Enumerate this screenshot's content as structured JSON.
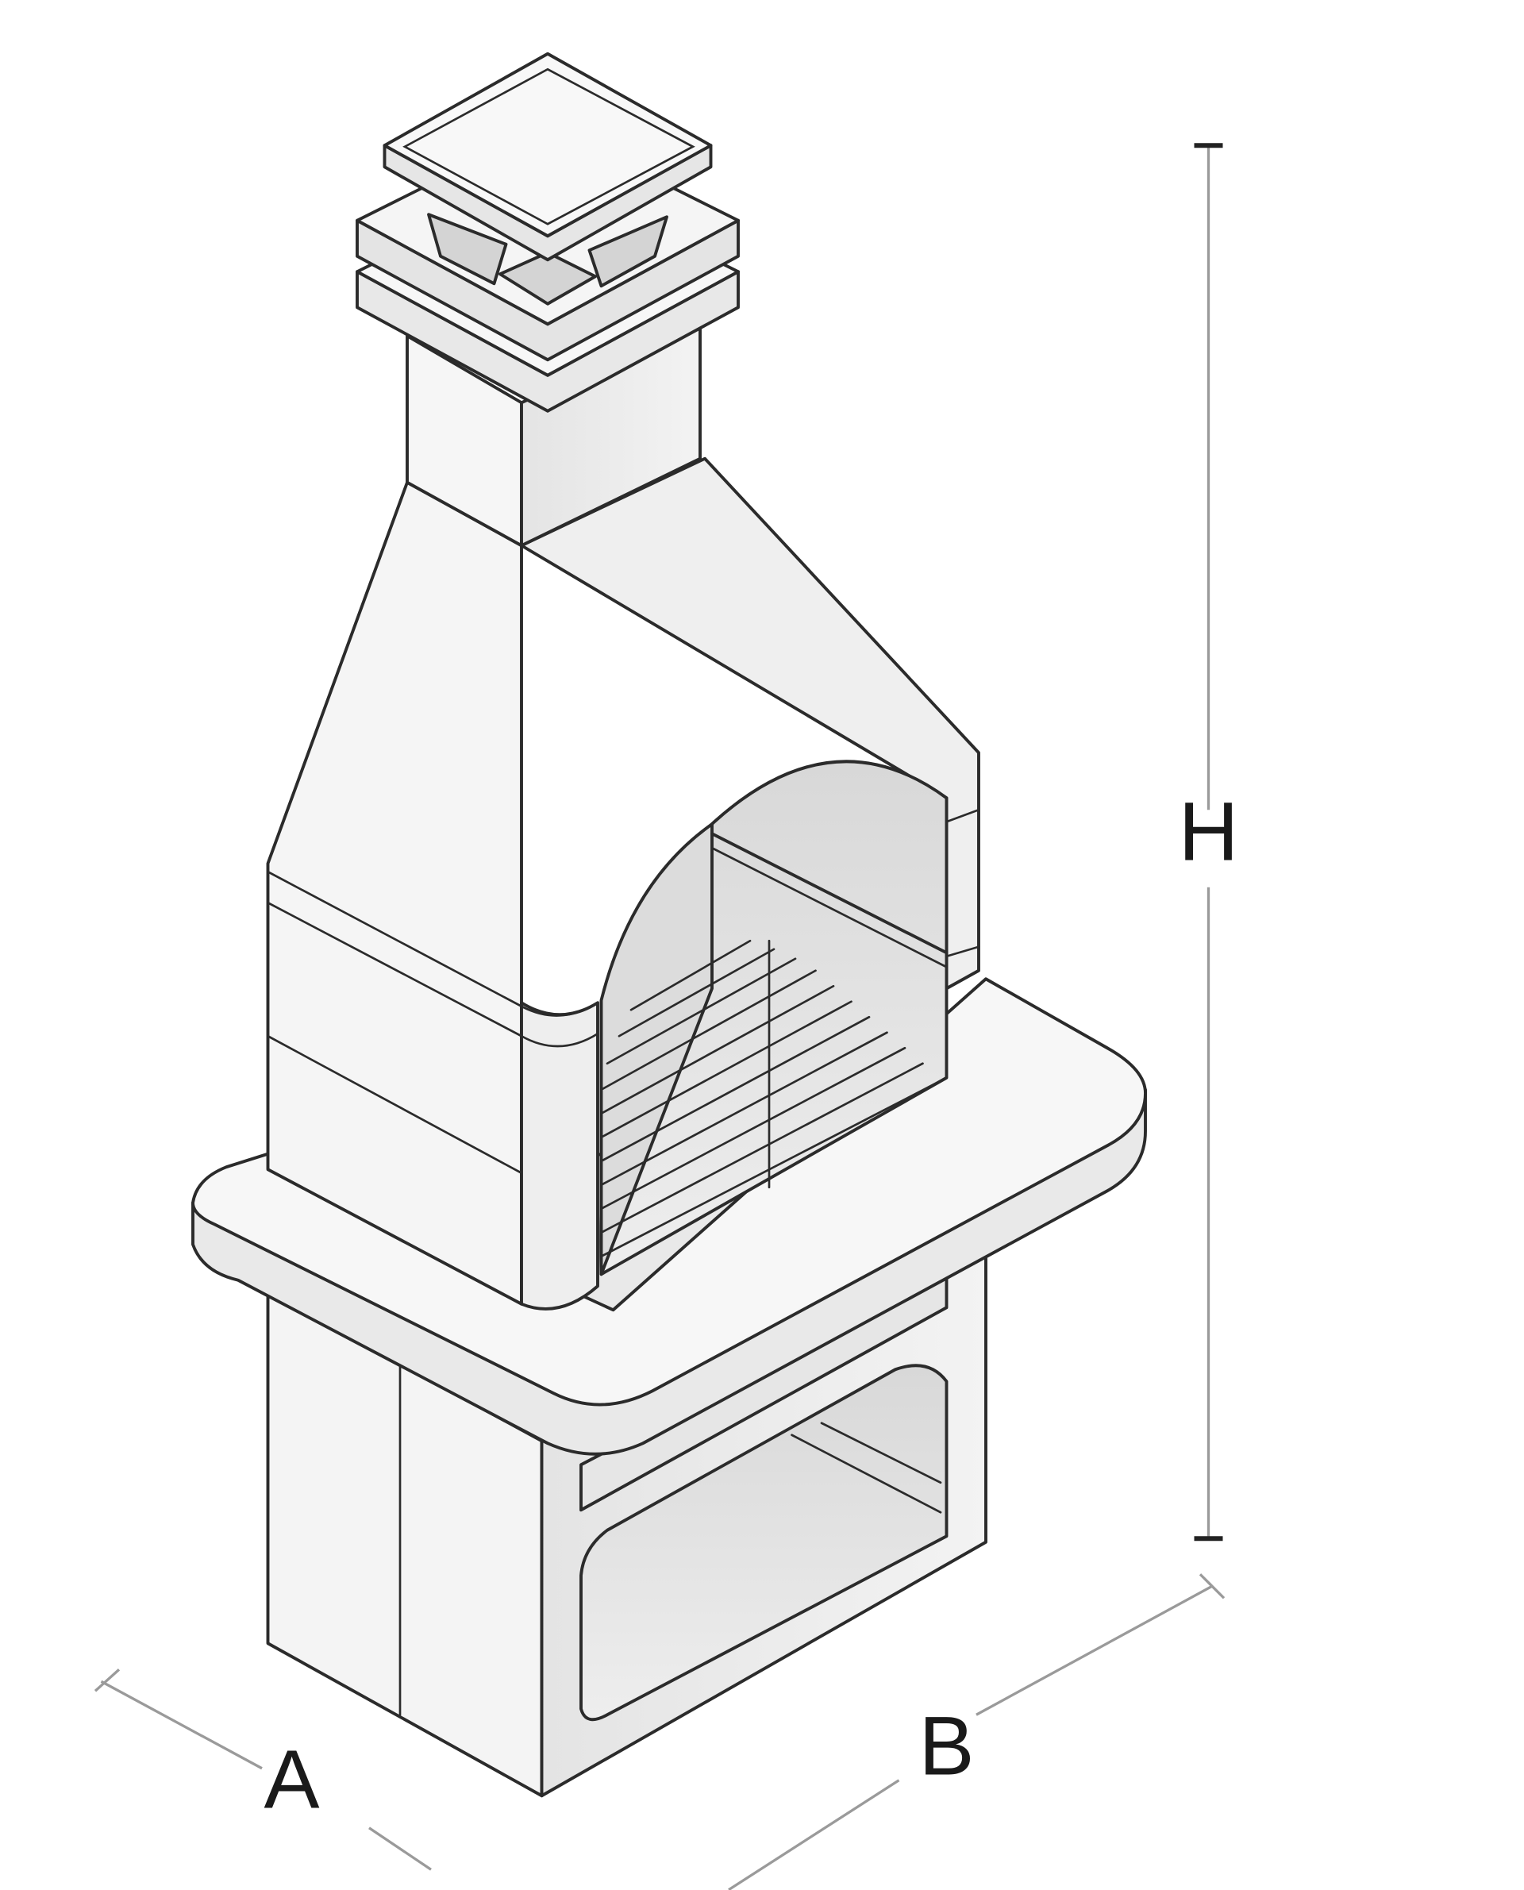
{
  "diagram": {
    "subject": "masonry-barbecue-isometric",
    "dimensions": {
      "width_label": "A",
      "length_label": "B",
      "height_label": "H"
    },
    "colors": {
      "line": "#2b2b2b",
      "face_light": "#f5f5f5",
      "face_mid": "#ececec",
      "face_dark": "#dedede",
      "dimension_line": "#9a9a9a"
    }
  }
}
